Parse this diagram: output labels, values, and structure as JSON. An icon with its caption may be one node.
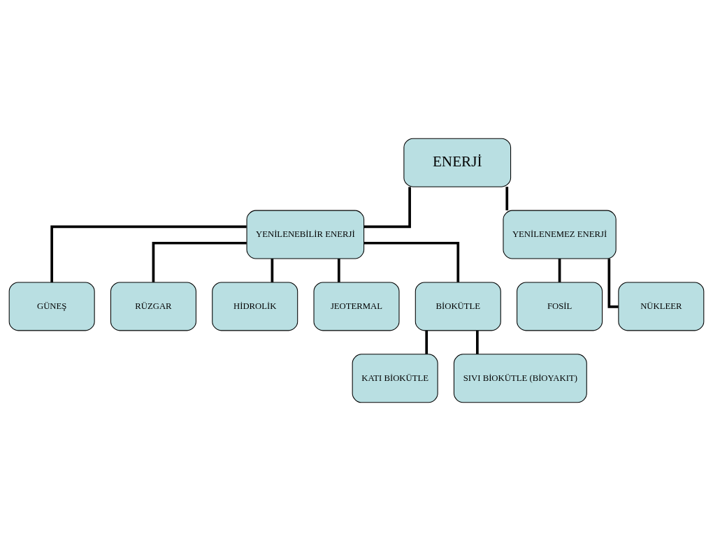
{
  "diagram": {
    "nodes": [
      {
        "text": [
          "ENERJİ"
        ]
      },
      {
        "text": [
          "YENİLENEBİLİR ENERJİ"
        ]
      },
      {
        "text": [
          "YENİLENEMEZ ENERJİ"
        ]
      },
      {
        "text": [
          "GÜNEŞ"
        ]
      },
      {
        "text": [
          "RÜZGAR"
        ]
      },
      {
        "text": [
          "FOSİL"
        ]
      },
      {
        "text": [
          "NÜKLEER"
        ]
      },
      {
        "text": [
          "HİDROLİK"
        ]
      },
      {
        "text": [
          "JEOTERMAL"
        ]
      },
      {
        "text": [
          "BİOKÜTLE"
        ]
      },
      {
        "text": [
          "KATI BİOKÜTLE"
        ]
      },
      {
        "text": [
          "SIVI BİOKÜTLE (BİOYAKIT)"
        ]
      }
    ],
    "edges": [
      {
        "from": 0,
        "to": 1,
        "arrow": "none"
      },
      {
        "from": 0,
        "to": 2,
        "arrow": "none"
      },
      {
        "from": 1,
        "to": 3,
        "arrow": "none"
      },
      {
        "from": 1,
        "to": 4,
        "arrow": "none"
      },
      {
        "from": 2,
        "to": 5,
        "arrow": "none"
      },
      {
        "from": 2,
        "to": 6,
        "arrow": "none"
      },
      {
        "from": 1,
        "to": 7,
        "arrow": "none"
      },
      {
        "from": 1,
        "to": 8,
        "arrow": "none"
      },
      {
        "from": 1,
        "to": 9,
        "arrow": "none"
      },
      {
        "from": 9,
        "to": 10,
        "arrow": "none"
      },
      {
        "from": 9,
        "to": 11,
        "arrow": "none"
      }
    ]
  }
}
